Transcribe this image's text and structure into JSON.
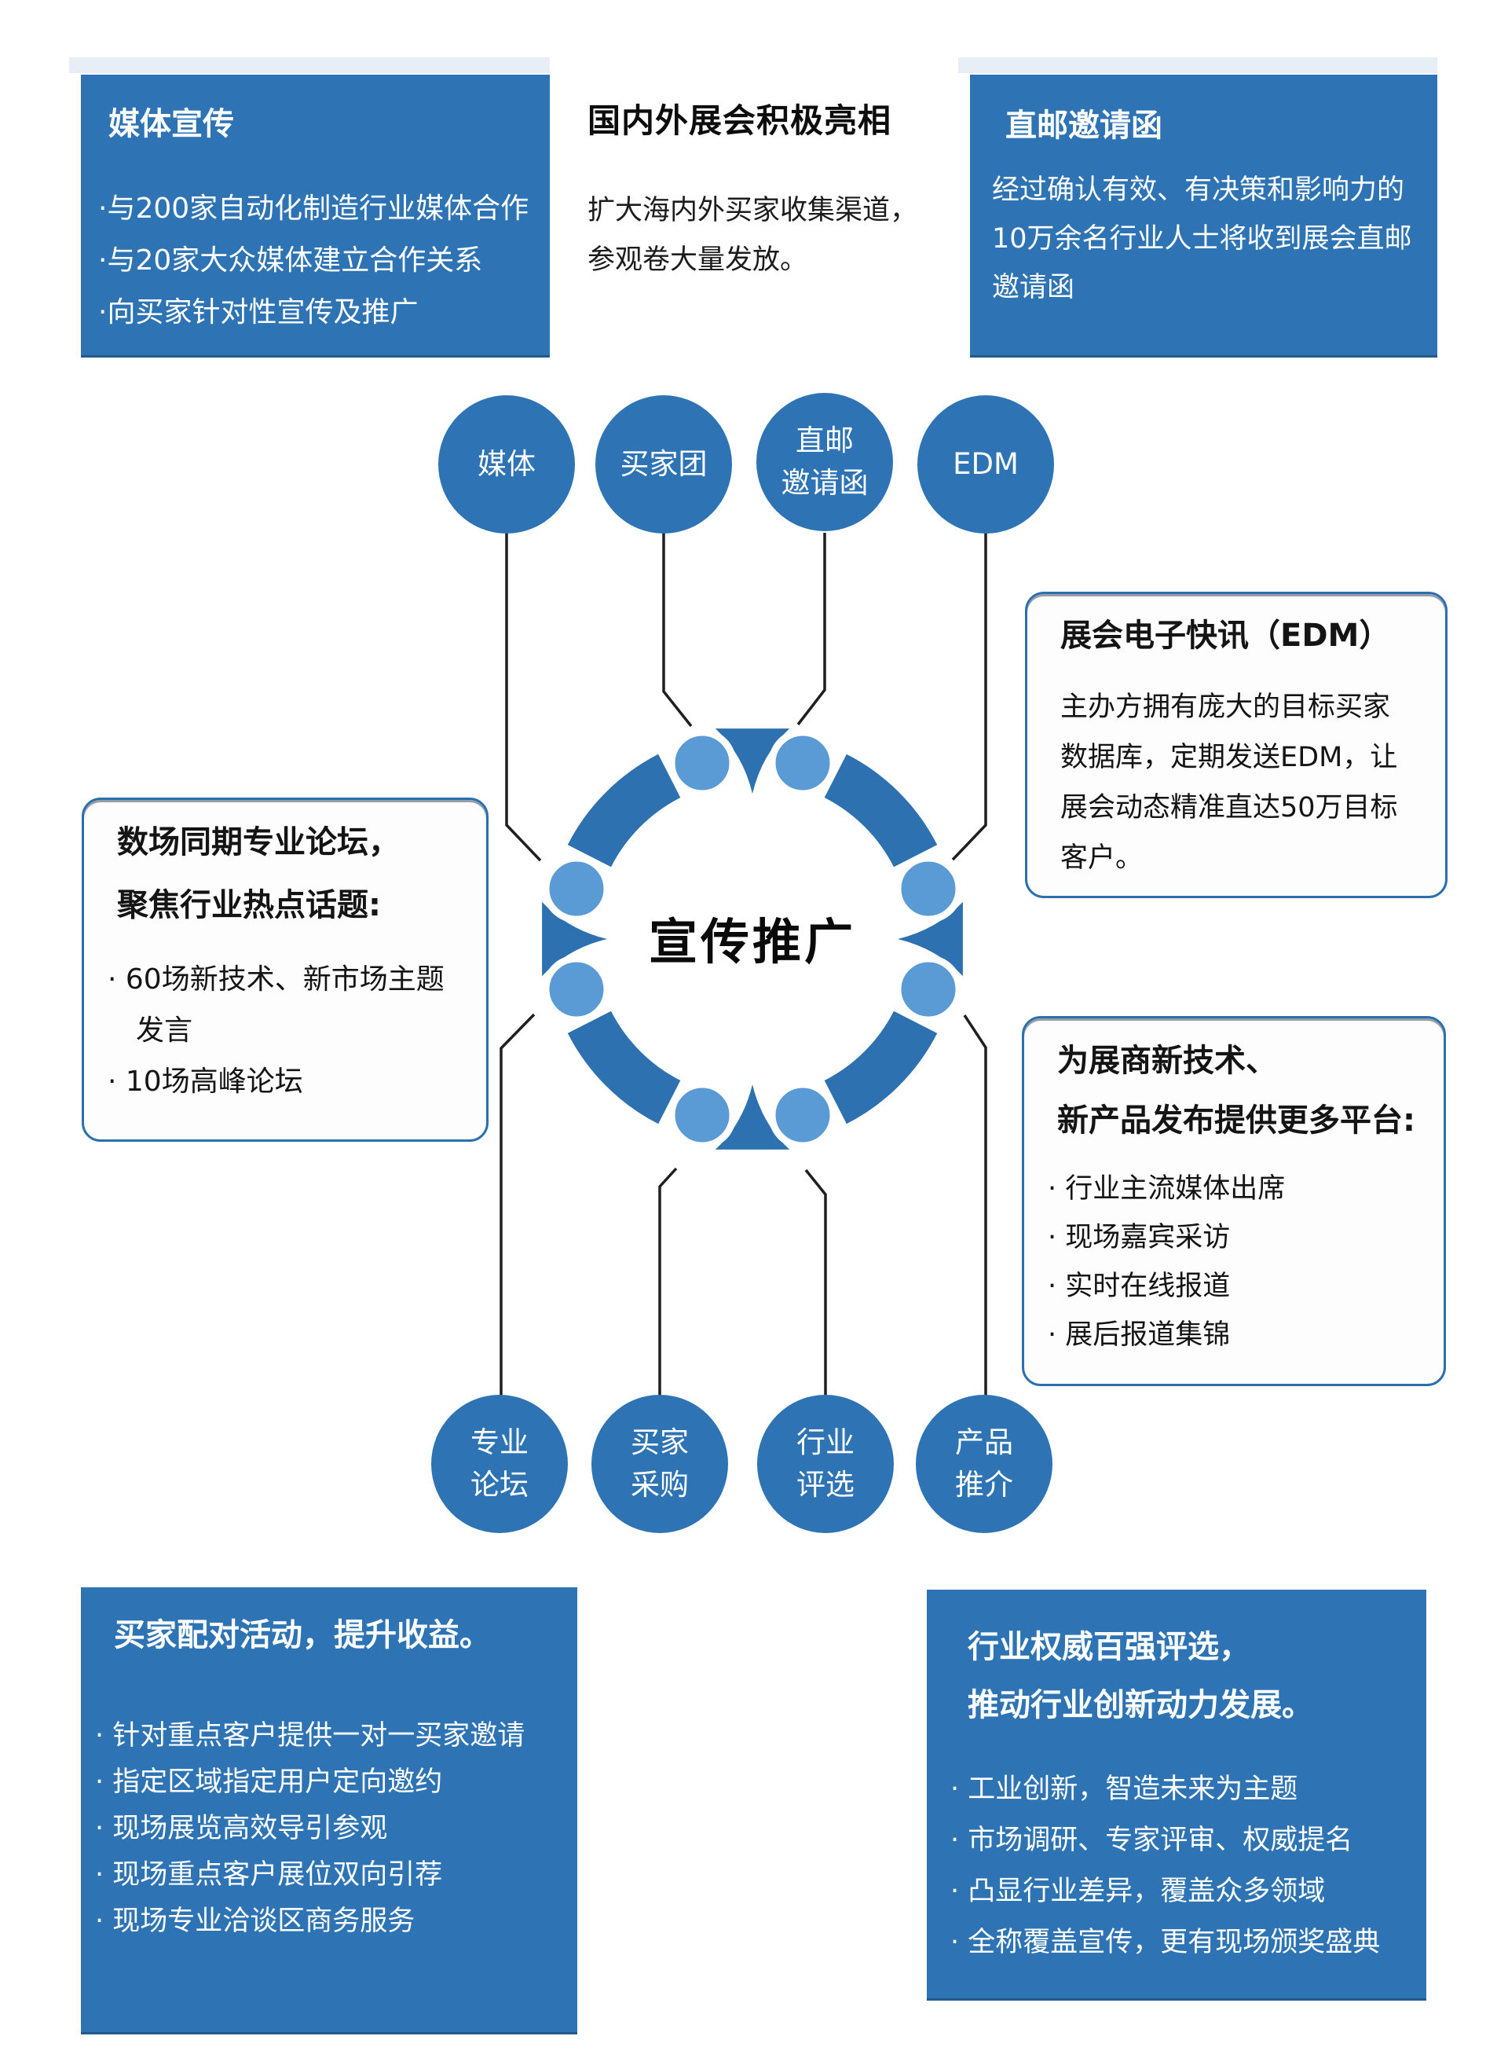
{
  "colors": {
    "primary_blue": "#2e74b4",
    "ring_blue": "#2d71b0",
    "light_circle_blue": "#5b9bd5",
    "connector_line": "#1f1f1f",
    "white_box_border": "#2c6faf",
    "top_strip": "#e8eef5"
  },
  "top_left_box": {
    "title": "媒体宣传",
    "bullets": [
      "·与200家自动化制造行业媒体合作",
      "·与20家大众媒体建立合作关系",
      "·向买家针对性宣传及推广"
    ]
  },
  "top_center": {
    "heading": "国内外展会积极亮相",
    "body": "扩大海内外买家收集渠道，\n参观卷大量发放。"
  },
  "top_right_box": {
    "title": "直邮邀请函",
    "body": "经过确认有效、有决策和影响力的\n10万余名行业人士将收到展会直邮\n邀请函"
  },
  "hub": {
    "label": "宣传推广"
  },
  "nodes": {
    "media": "媒体",
    "buyer_group": "买家团",
    "direct_mail": "直邮\n邀请函",
    "edm": "EDM",
    "forum": "专业\n论坛",
    "buyer_procurement": "买家\n采购",
    "industry_award": "行业\n评选",
    "product_promo": "产品\n推介"
  },
  "forum_box": {
    "title": "数场同期专业论坛，\n聚焦行业热点话题:",
    "bullets": [
      "· 60场新技术、新市场主题\n　发言",
      "· 10场高峰论坛"
    ]
  },
  "edm_box": {
    "title": "展会电子快讯（EDM）",
    "body": "主办方拥有庞大的目标买家\n数据库，定期发送EDM，让\n展会动态精准直达50万目标\n客户。"
  },
  "platform_box": {
    "title": "为展商新技术、\n新产品发布提供更多平台:",
    "bullets": [
      "· 行业主流媒体出席",
      "· 现场嘉宾采访",
      "· 实时在线报道",
      "· 展后报道集锦"
    ]
  },
  "bottom_left_box": {
    "title": "买家配对活动，提升收益。",
    "bullets": [
      "· 针对重点客户提供一对一买家邀请",
      "· 指定区域指定用户定向邀约",
      "· 现场展览高效导引参观",
      "· 现场重点客户展位双向引荐",
      "· 现场专业洽谈区商务服务"
    ]
  },
  "bottom_right_box": {
    "title": "行业权威百强评选，\n推动行业创新动力发展。",
    "bullets": [
      "· 工业创新，智造未来为主题",
      "· 市场调研、专家评审、权威提名",
      "· 凸显行业差异，覆盖众多领域",
      "· 全称覆盖宣传，更有现场颁奖盛典"
    ]
  }
}
